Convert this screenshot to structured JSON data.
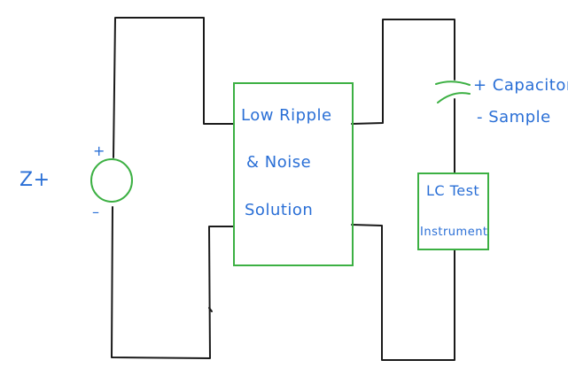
{
  "source_label": "Z+",
  "source_plus": "+",
  "source_minus": "–",
  "block": {
    "line1": "Low Ripple",
    "line2": "& Noise",
    "line3": "Solution"
  },
  "capacitor": {
    "line1": "+ Capacitor",
    "line2": "- Sample"
  },
  "instrument": {
    "line1": "LC Test",
    "line2": "Instrument"
  },
  "colors": {
    "wire": "#1a1a1a",
    "box": "#3cb043",
    "text": "#2a6fd6"
  }
}
